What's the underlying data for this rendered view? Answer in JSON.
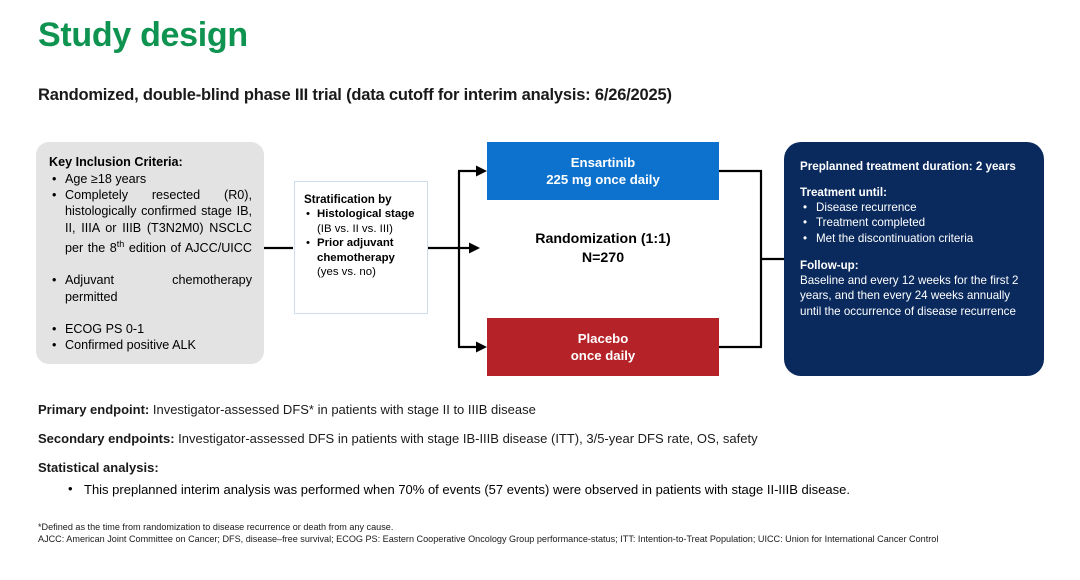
{
  "header": {
    "title": "Study design",
    "subtitle": "Randomized, double-blind phase III trial (data cutoff for interim analysis: 6/26/2025)",
    "title_color": "#0f9350"
  },
  "diagram": {
    "inclusion": {
      "heading": "Key Inclusion Criteria:",
      "items": [
        "Age ≥18 years",
        "Completely resected (R0), histologically confirmed stage IB, II, IIIA or IIIB (T3N2M0) NSCLC per the 8th edition of AJCC/UICC",
        "Adjuvant chemotherapy permitted",
        "ECOG PS 0-1",
        "Confirmed positive ALK"
      ],
      "background": "#e3e3e3"
    },
    "stratification": {
      "heading": "Stratification by",
      "items": [
        {
          "bold": "Histological stage",
          "normal": " (IB vs. II vs. III)"
        },
        {
          "bold": "Prior adjuvant chemotherapy",
          "normal": " (yes vs. no)"
        }
      ]
    },
    "randomization": {
      "ratio_label": "Randomization (1:1)",
      "n_label": "N=270"
    },
    "arms": [
      {
        "name": "Ensartinib",
        "line1": "Ensartinib",
        "line2": "225 mg once daily",
        "color": "#0d72ce"
      },
      {
        "name": "Placebo",
        "line1": "Placebo",
        "line2": "once daily",
        "color": "#b52328"
      }
    ],
    "duration": {
      "heading": "Preplanned treatment duration: 2 years",
      "treatment_label": "Treatment  until:",
      "treatment_items": [
        "Disease recurrence",
        "Treatment completed",
        "Met the discontinuation criteria"
      ],
      "followup_label": "Follow-up:",
      "followup_text": "Baseline and every 12 weeks for the first 2 years, and then every 24 weeks annually until the occurrence of disease recurrence",
      "background": "#0a2a5e"
    }
  },
  "endpoints": {
    "primary_label": "Primary endpoint:",
    "primary_text": " Investigator-assessed DFS* in patients with stage II to IIIB disease",
    "secondary_label": "Secondary endpoints:",
    "secondary_text": " Investigator-assessed DFS in patients with stage IB-IIIB disease (ITT), 3/5-year DFS rate, OS, safety",
    "statistical_label": "Statistical analysis:",
    "statistical_bullet": "This preplanned interim analysis was performed when 70% of events (57 events) were observed in patients with stage II-IIIB disease."
  },
  "footnotes": {
    "line1": "*Defined as the time from randomization to disease recurrence or death from any cause.",
    "line2": "AJCC: American Joint Committee on Cancer; DFS, disease–free survival; ECOG PS: Eastern Cooperative Oncology Group performance-status; ITT: Intention-to-Treat Population; UICC: Union for International Cancer Control"
  }
}
